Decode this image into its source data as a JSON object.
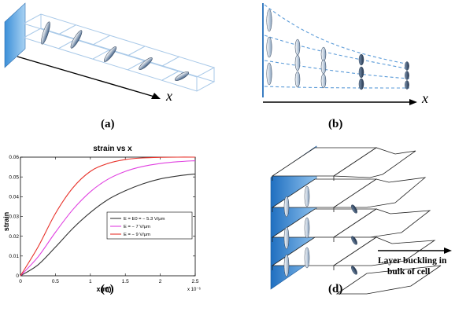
{
  "figure": {
    "panels": [
      {
        "caption": "(a)",
        "axis_label": "x"
      },
      {
        "caption": "(b)",
        "axis_label": "x"
      },
      {
        "caption": "(c)"
      },
      {
        "caption": "(d)",
        "annotation_line1": "Layer buckling in",
        "annotation_line2": "bulk of cell"
      }
    ]
  },
  "chart_data": {
    "type": "line",
    "title": "strain vs x",
    "xlabel": "x(m)",
    "ylabel": "strain",
    "x_multiplier": "x 10⁻⁶",
    "xlim": [
      0,
      2.5
    ],
    "ylim": [
      0,
      0.06
    ],
    "xticks": [
      "0",
      "0.5",
      "1",
      "1.5",
      "2",
      "2.5"
    ],
    "yticks": [
      "0",
      "0.01",
      "0.02",
      "0.03",
      "0.04",
      "0.05",
      "0.06"
    ],
    "grid": false,
    "legend_position": "center-right",
    "series": [
      {
        "name": "E = E0 = − 5.3 V/μm",
        "color": "#333333",
        "x": [
          0,
          0.25,
          0.5,
          0.75,
          1.0,
          1.25,
          1.5,
          1.75,
          2.0,
          2.25,
          2.5
        ],
        "y": [
          0,
          0.0055,
          0.0145,
          0.024,
          0.032,
          0.0385,
          0.043,
          0.0465,
          0.049,
          0.0505,
          0.0515
        ]
      },
      {
        "name": "E = − 7 V/μm",
        "color": "#e040e0",
        "x": [
          0,
          0.25,
          0.5,
          0.75,
          1.0,
          1.25,
          1.5,
          1.75,
          2.0,
          2.25,
          2.5
        ],
        "y": [
          0,
          0.0095,
          0.022,
          0.0335,
          0.0425,
          0.0488,
          0.0528,
          0.0553,
          0.0568,
          0.0577,
          0.0582
        ]
      },
      {
        "name": "E = − 9 V/μm",
        "color": "#e8322a",
        "x": [
          0,
          0.25,
          0.5,
          0.75,
          1.0,
          1.25,
          1.5,
          1.75,
          2.0,
          2.25,
          2.5
        ],
        "y": [
          0,
          0.0145,
          0.0315,
          0.0445,
          0.0528,
          0.0568,
          0.0588,
          0.0596,
          0.0599,
          0.06,
          0.06
        ]
      }
    ]
  }
}
